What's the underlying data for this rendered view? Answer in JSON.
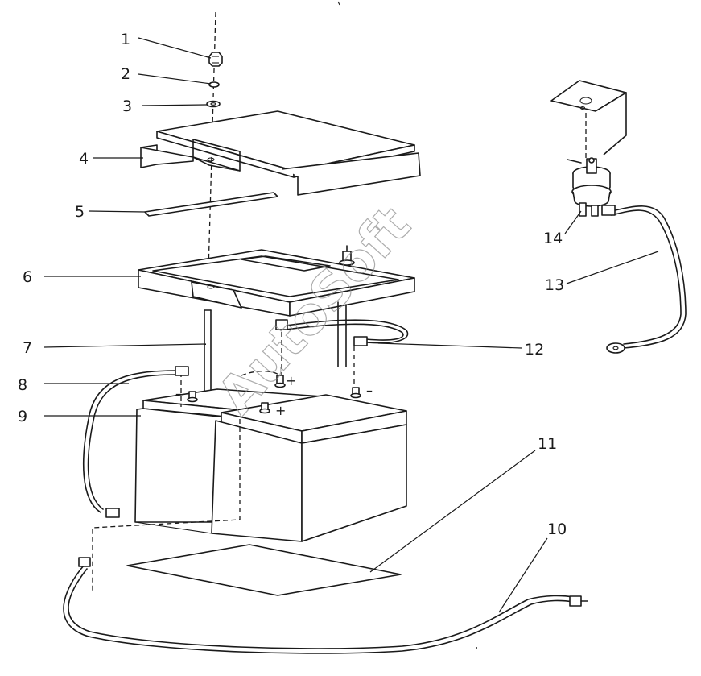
{
  "watermark": "AutoSoft",
  "callouts": [
    {
      "id": "1",
      "label": "1"
    },
    {
      "id": "2",
      "label": "2"
    },
    {
      "id": "3",
      "label": "3"
    },
    {
      "id": "4",
      "label": "4"
    },
    {
      "id": "5",
      "label": "5"
    },
    {
      "id": "6",
      "label": "6"
    },
    {
      "id": "7",
      "label": "7"
    },
    {
      "id": "8",
      "label": "8"
    },
    {
      "id": "9",
      "label": "9"
    },
    {
      "id": "10",
      "label": "10"
    },
    {
      "id": "11",
      "label": "11"
    },
    {
      "id": "12",
      "label": "12"
    },
    {
      "id": "13",
      "label": "13"
    },
    {
      "id": "14",
      "label": "14"
    }
  ],
  "terminal_signs": {
    "plus": "+",
    "minus": "–"
  }
}
